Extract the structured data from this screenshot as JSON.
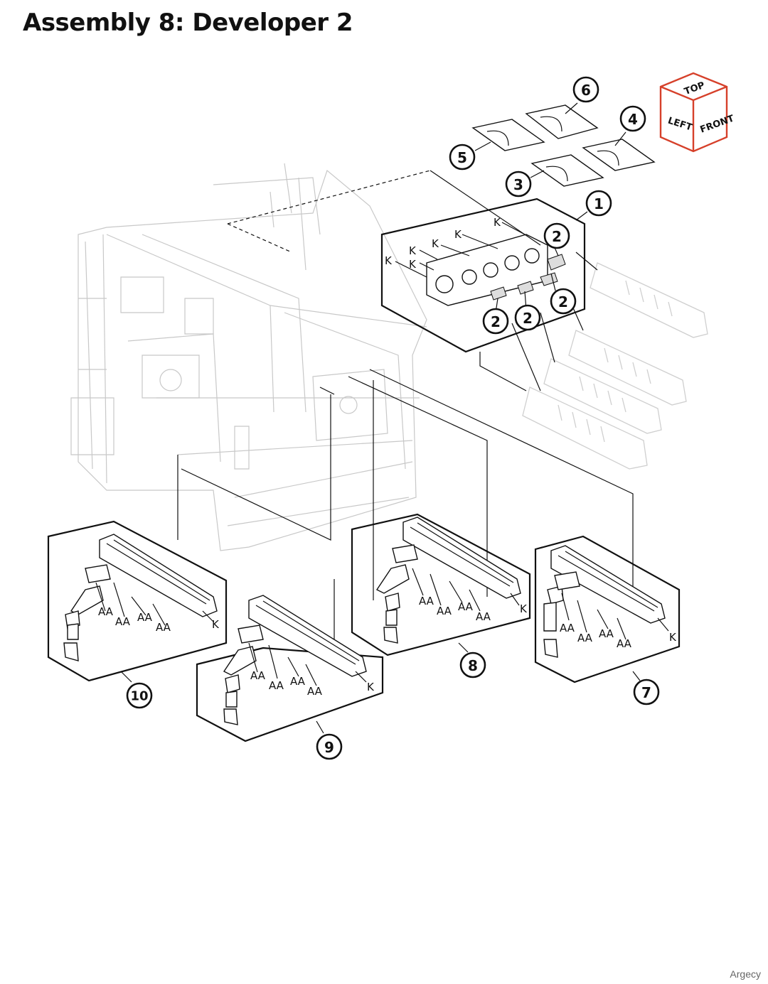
{
  "title": "Assembly 8: Developer 2",
  "watermark": "Argecy",
  "orientation_cube": {
    "top": "TOP",
    "left": "LEFT",
    "front": "FRONT"
  },
  "callouts": [
    "1",
    "2",
    "3",
    "4",
    "5",
    "6",
    "7",
    "8",
    "9",
    "10"
  ],
  "labels": {
    "k": "K",
    "aa": "AA"
  }
}
